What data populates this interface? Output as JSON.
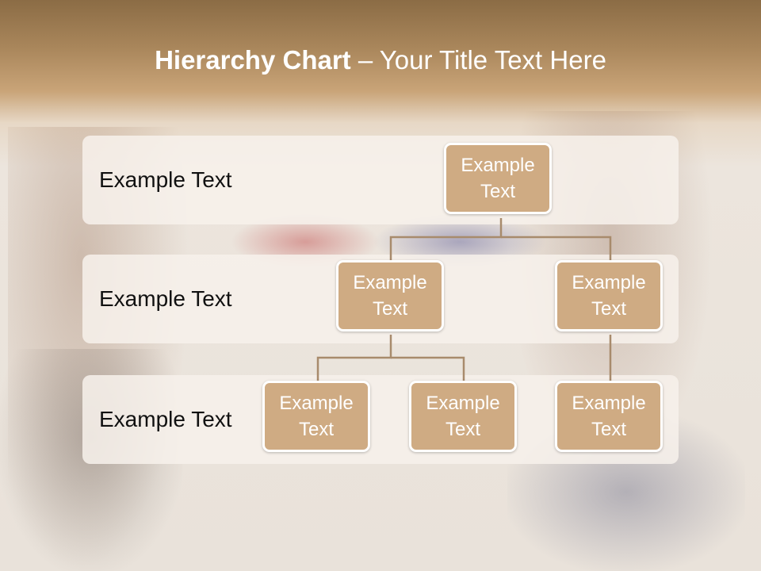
{
  "title": {
    "bold": "Hierarchy Chart",
    "separator": " – ",
    "rest": "Your Title Text Here"
  },
  "levels": [
    {
      "label": "Example Text"
    },
    {
      "label": "Example Text"
    },
    {
      "label": "Example Text"
    }
  ],
  "nodes": {
    "root": {
      "line1": "Example",
      "line2": "Text"
    },
    "left": {
      "line1": "Example",
      "line2": "Text"
    },
    "right": {
      "line1": "Example",
      "line2": "Text"
    },
    "leaf_1": {
      "line1": "Example",
      "line2": "Text"
    },
    "leaf_2": {
      "line1": "Example",
      "line2": "Text"
    },
    "leaf_3": {
      "line1": "Example",
      "line2": "Text"
    }
  },
  "colors": {
    "node_fill": "#cfab83",
    "connector": "#a88b6c",
    "band_fill": "#f7f1eb",
    "header": "#a9865b"
  }
}
